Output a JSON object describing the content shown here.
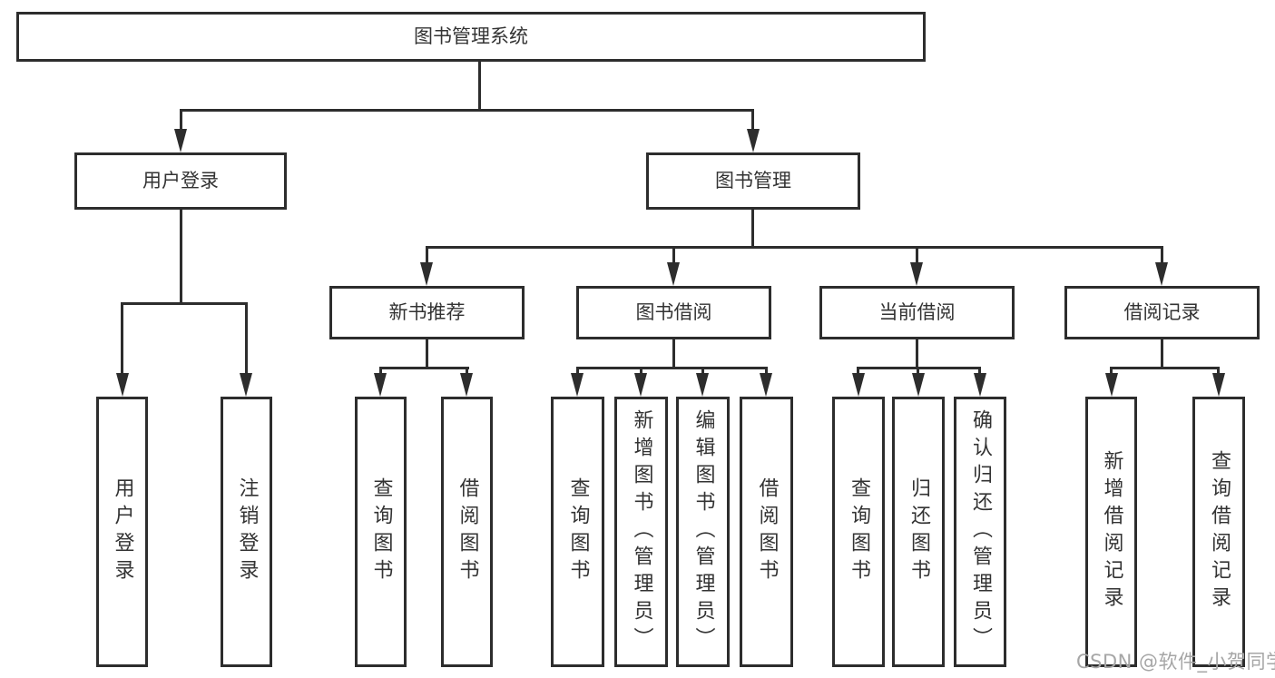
{
  "diagram_title": "图书管理系统",
  "tree": {
    "label": "图书管理系统",
    "children": [
      {
        "label": "用户登录",
        "children": [
          {
            "label": "用户登录"
          },
          {
            "label": "注销登录"
          }
        ]
      },
      {
        "label": "图书管理",
        "children": [
          {
            "label": "新书推荐",
            "children": [
              {
                "label": "查询图书"
              },
              {
                "label": "借阅图书"
              }
            ]
          },
          {
            "label": "图书借阅",
            "children": [
              {
                "label": "查询图书"
              },
              {
                "label": "新增图书（管理员）"
              },
              {
                "label": "编辑图书（管理员）"
              },
              {
                "label": "借阅图书"
              }
            ]
          },
          {
            "label": "当前借阅",
            "children": [
              {
                "label": "查询图书"
              },
              {
                "label": "归还图书"
              },
              {
                "label": "确认归还（管理员）"
              }
            ]
          },
          {
            "label": "借阅记录",
            "children": [
              {
                "label": "新增借阅记录"
              },
              {
                "label": "查询借阅记录"
              }
            ]
          }
        ]
      }
    ]
  },
  "watermark": {
    "text": "CSDN @软件_小贺同学"
  },
  "colors": {
    "line": "#2d2d2d",
    "node_border": "#2d2d2d",
    "text": "#333333",
    "watermark": "#a6a6a6",
    "background": "#ffffff"
  }
}
